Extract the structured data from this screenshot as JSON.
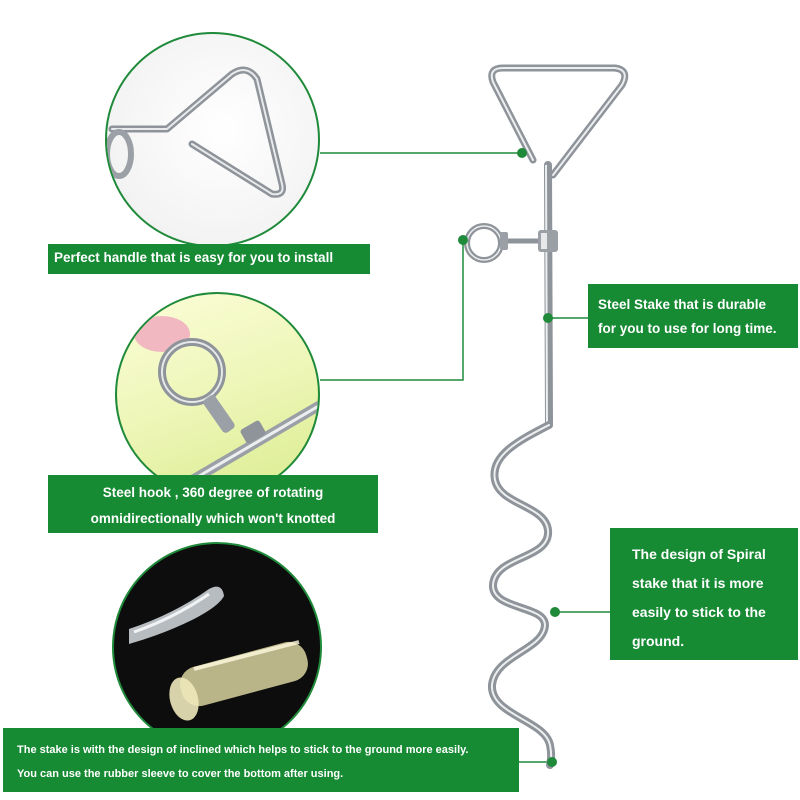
{
  "callouts": {
    "handle": {
      "text": "Perfect handle that is easy for you to install"
    },
    "stake": {
      "line1": "Steel Stake that is durable",
      "line2": "for you to use for long time."
    },
    "hook": {
      "line1": "Steel hook , 360 degree of rotating",
      "line2": "omnidirectionally which won't knotted"
    },
    "spiral": {
      "line1": "The design of Spiral",
      "line2": "stake that it is more",
      "line3": "easily to stick to the",
      "line4": "ground."
    },
    "inclined": {
      "line1": "The stake is with the design of inclined which helps to stick to the ground more easily.",
      "line2": "You can use the rubber sleeve to cover the bottom after using."
    }
  },
  "colors": {
    "accent_green": "#178a34",
    "line_green": "#1f8a3a",
    "steel": "#9aa0a6"
  }
}
